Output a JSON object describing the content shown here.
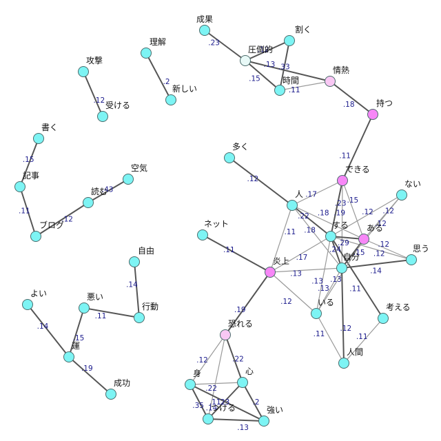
{
  "colors": {
    "cyan": "#7df4f4",
    "pink": "#f787f7",
    "light_pink": "#f9c8f4",
    "pale": "#e8f9f7",
    "edge_dark": "#555555",
    "edge_light": "#999999"
  },
  "nodes": [
    {
      "id": "seika",
      "label": "成果",
      "color": "cyan"
    },
    {
      "id": "waku",
      "label": "割く",
      "color": "cyan"
    },
    {
      "id": "attoteki",
      "label": "圧倒的",
      "color": "pale"
    },
    {
      "id": "jikan",
      "label": "時間",
      "color": "cyan"
    },
    {
      "id": "jonetsu",
      "label": "情熱",
      "color": "light_pink"
    },
    {
      "id": "motsu",
      "label": "持つ",
      "color": "pink"
    },
    {
      "id": "rikai",
      "label": "理解",
      "color": "cyan"
    },
    {
      "id": "atarashii",
      "label": "新しい",
      "color": "cyan"
    },
    {
      "id": "kougeki",
      "label": "攻撃",
      "color": "cyan"
    },
    {
      "id": "ukeru",
      "label": "受ける",
      "color": "cyan"
    },
    {
      "id": "kaku",
      "label": "書く",
      "color": "cyan"
    },
    {
      "id": "kiji",
      "label": "記事",
      "color": "cyan"
    },
    {
      "id": "blog",
      "label": "ブログ",
      "color": "cyan"
    },
    {
      "id": "yomu",
      "label": "読む",
      "color": "cyan"
    },
    {
      "id": "kuuki",
      "label": "空気",
      "color": "cyan"
    },
    {
      "id": "ooku",
      "label": "多く",
      "color": "cyan"
    },
    {
      "id": "dekiru",
      "label": "できる",
      "color": "pink"
    },
    {
      "id": "nai",
      "label": "ない",
      "color": "cyan"
    },
    {
      "id": "hito",
      "label": "人",
      "color": "cyan"
    },
    {
      "id": "suru",
      "label": "する",
      "color": "cyan"
    },
    {
      "id": "aru",
      "label": "ある",
      "color": "pink"
    },
    {
      "id": "omou",
      "label": "思う",
      "color": "cyan"
    },
    {
      "id": "jibun",
      "label": "自分",
      "color": "cyan"
    },
    {
      "id": "net",
      "label": "ネット",
      "color": "cyan"
    },
    {
      "id": "enjou",
      "label": "炎上",
      "color": "pink"
    },
    {
      "id": "iru",
      "label": "いる",
      "color": "cyan"
    },
    {
      "id": "kangaeru",
      "label": "考える",
      "color": "cyan"
    },
    {
      "id": "ningen",
      "label": "人間",
      "color": "cyan"
    },
    {
      "id": "jiyuu",
      "label": "自由",
      "color": "cyan"
    },
    {
      "id": "koudou",
      "label": "行動",
      "color": "cyan"
    },
    {
      "id": "warui",
      "label": "悪い",
      "color": "cyan"
    },
    {
      "id": "yoi",
      "label": "よい",
      "color": "cyan"
    },
    {
      "id": "un",
      "label": "運",
      "color": "cyan"
    },
    {
      "id": "seikou",
      "label": "成功",
      "color": "cyan"
    },
    {
      "id": "osoreru",
      "label": "恐れる",
      "color": "light_pink"
    },
    {
      "id": "mi",
      "label": "身",
      "color": "cyan"
    },
    {
      "id": "kokoro",
      "label": "心",
      "color": "cyan"
    },
    {
      "id": "tsukeru",
      "label": "つける",
      "color": "cyan"
    },
    {
      "id": "tsuyoi",
      "label": "強い",
      "color": "cyan"
    }
  ],
  "edges": [
    {
      "source": "seika",
      "target": "attoteki",
      "weight": ".23",
      "style": "dark"
    },
    {
      "source": "waku",
      "target": "attoteki",
      "weight": ".12",
      "style": "dark"
    },
    {
      "source": "waku",
      "target": "jikan",
      "weight": ".33",
      "style": "dark"
    },
    {
      "source": "attoteki",
      "target": "jikan",
      "weight": ".15",
      "style": "dark"
    },
    {
      "source": "attoteki",
      "target": "jonetsu",
      "weight": ".13",
      "style": "dark"
    },
    {
      "source": "jikan",
      "target": "jonetsu",
      "weight": ".11",
      "style": "light"
    },
    {
      "source": "jonetsu",
      "target": "motsu",
      "weight": ".18",
      "style": "dark"
    },
    {
      "source": "motsu",
      "target": "dekiru",
      "weight": ".11",
      "style": "dark"
    },
    {
      "source": "rikai",
      "target": "atarashii",
      "weight": ".2",
      "style": "dark"
    },
    {
      "source": "kougeki",
      "target": "ukeru",
      "weight": ".12",
      "style": "dark"
    },
    {
      "source": "kaku",
      "target": "kiji",
      "weight": ".15",
      "style": "dark"
    },
    {
      "source": "kiji",
      "target": "blog",
      "weight": ".11",
      "style": "dark"
    },
    {
      "source": "blog",
      "target": "yomu",
      "weight": ".12",
      "style": "dark"
    },
    {
      "source": "yomu",
      "target": "kuuki",
      "weight": ".43",
      "style": "dark"
    },
    {
      "source": "ooku",
      "target": "hito",
      "weight": ".12",
      "style": "dark"
    },
    {
      "source": "hito",
      "target": "dekiru",
      "weight": ".17",
      "style": "light"
    },
    {
      "source": "hito",
      "target": "suru",
      "weight": ".22",
      "style": "dark"
    },
    {
      "source": "hito",
      "target": "aru",
      "weight": ".18",
      "style": "light"
    },
    {
      "source": "hito",
      "target": "jibun",
      "weight": ".18",
      "style": "light"
    },
    {
      "source": "hito",
      "target": "enjou",
      "weight": ".11",
      "style": "light"
    },
    {
      "source": "dekiru",
      "target": "suru",
      "weight": ".23",
      "style": "dark"
    },
    {
      "source": "dekiru",
      "target": "aru",
      "weight": ".15",
      "style": "light"
    },
    {
      "source": "dekiru",
      "target": "jibun",
      "weight": ".19",
      "style": "light"
    },
    {
      "source": "nai",
      "target": "suru",
      "weight": ".12",
      "style": "light"
    },
    {
      "source": "nai",
      "target": "aru",
      "weight": ".12",
      "style": "light"
    },
    {
      "source": "nai",
      "target": "jibun",
      "weight": ".12",
      "style": "light"
    },
    {
      "source": "suru",
      "target": "aru",
      "weight": ".29",
      "style": "dark"
    },
    {
      "source": "suru",
      "target": "jibun",
      "weight": ".24",
      "style": "dark"
    },
    {
      "source": "suru",
      "target": "omou",
      "weight": ".12",
      "style": "light"
    },
    {
      "source": "suru",
      "target": "enjou",
      "weight": ".17",
      "style": "light"
    },
    {
      "source": "suru",
      "target": "iru",
      "weight": ".13",
      "style": "light"
    },
    {
      "source": "suru",
      "target": "kangaeru",
      "weight": ".11",
      "style": "dark"
    },
    {
      "source": "aru",
      "target": "jibun",
      "weight": ".15",
      "style": "dark"
    },
    {
      "source": "aru",
      "target": "omou",
      "weight": ".12",
      "style": "light"
    },
    {
      "source": "aru",
      "target": "iru",
      "weight": ".13",
      "style": "light"
    },
    {
      "source": "jibun",
      "target": "omou",
      "weight": ".14",
      "style": "dark"
    },
    {
      "source": "jibun",
      "target": "enjou",
      "weight": ".13",
      "style": "light"
    },
    {
      "source": "jibun",
      "target": "iru",
      "weight": ".13",
      "style": "light"
    },
    {
      "source": "jibun",
      "target": "ningen",
      "weight": ".12",
      "style": "dark"
    },
    {
      "source": "net",
      "target": "enjou",
      "weight": ".11",
      "style": "dark"
    },
    {
      "source": "enjou",
      "target": "iru",
      "weight": ".12",
      "style": "light"
    },
    {
      "source": "enjou",
      "target": "osoreru",
      "weight": ".19",
      "style": "dark"
    },
    {
      "source": "iru",
      "target": "ningen",
      "weight": ".11",
      "style": "light"
    },
    {
      "source": "kangaeru",
      "target": "ningen",
      "weight": ".11",
      "style": "light"
    },
    {
      "source": "jiyuu",
      "target": "koudou",
      "weight": ".14",
      "style": "dark"
    },
    {
      "source": "warui",
      "target": "koudou",
      "weight": ".11",
      "style": "dark"
    },
    {
      "source": "warui",
      "target": "un",
      "weight": ".15",
      "style": "dark"
    },
    {
      "source": "yoi",
      "target": "un",
      "weight": ".14",
      "style": "dark"
    },
    {
      "source": "un",
      "target": "seikou",
      "weight": ".19",
      "style": "dark"
    },
    {
      "source": "osoreru",
      "target": "mi",
      "weight": ".12",
      "style": "light"
    },
    {
      "source": "osoreru",
      "target": "kokoro",
      "weight": ".22",
      "style": "dark"
    },
    {
      "source": "osoreru",
      "target": "tsukeru",
      "weight": ".14",
      "style": "light"
    },
    {
      "source": "mi",
      "target": "kokoro",
      "weight": ".22",
      "style": "light"
    },
    {
      "source": "mi",
      "target": "tsukeru",
      "weight": ".35",
      "style": "dark"
    },
    {
      "source": "mi",
      "target": "tsuyoi",
      "weight": ".11",
      "style": "dark"
    },
    {
      "source": "kokoro",
      "target": "tsukeru",
      "weight": ".23",
      "style": "dark"
    },
    {
      "source": "kokoro",
      "target": "tsuyoi",
      "weight": ".2",
      "style": "dark"
    },
    {
      "source": "tsukeru",
      "target": "tsuyoi",
      "weight": ".13",
      "style": "dark"
    }
  ]
}
